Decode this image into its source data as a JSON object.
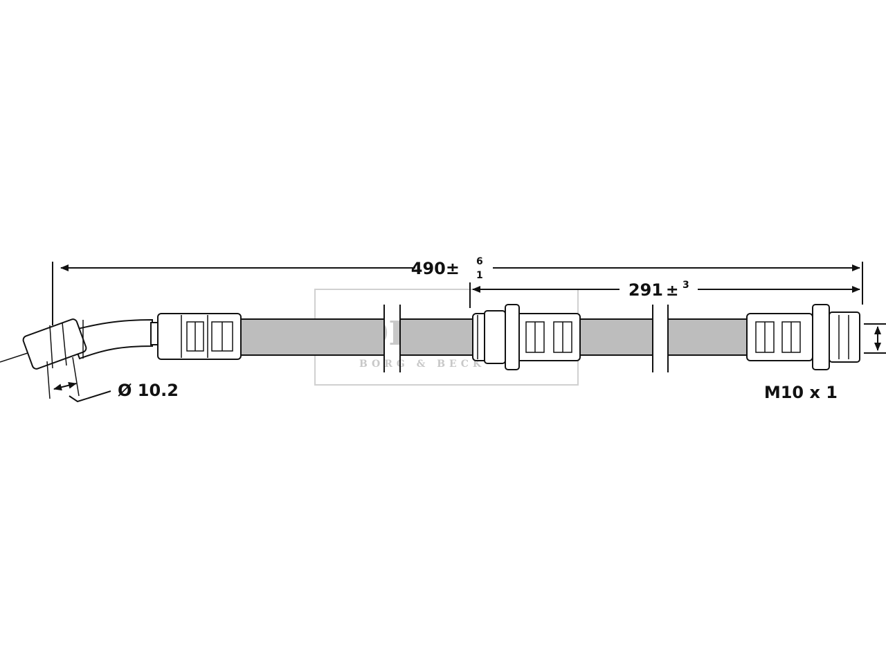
{
  "drawing": {
    "total_length": {
      "value": "490",
      "sign": "±",
      "tol_upper": "6",
      "tol_lower": "1"
    },
    "partial_length": {
      "value": "291",
      "sign": "±",
      "tol": "3"
    },
    "fitting_diameter": "Ø 10.2",
    "thread_spec": "M10 x 1"
  },
  "watermark": {
    "brand": "BORG",
    "tagline": "BORG & BECK"
  },
  "colors": {
    "line": "#111111",
    "hose_fill": "#bdbdbd",
    "watermark": "#c8c8c8"
  }
}
